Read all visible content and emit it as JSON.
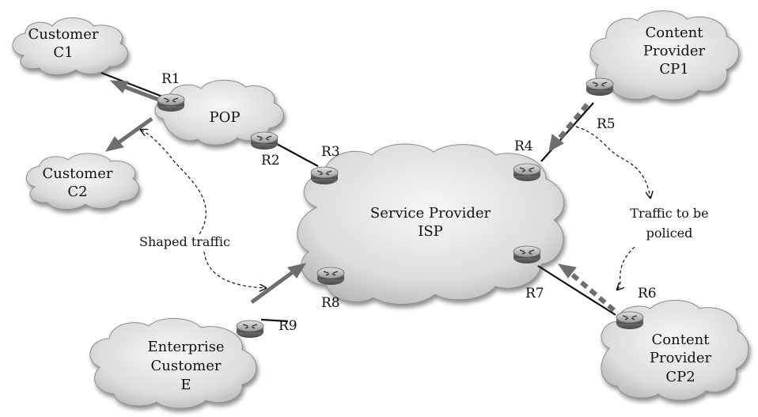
{
  "clouds": {
    "c1": [
      "Customer",
      "C1"
    ],
    "c2": [
      "Customer",
      "C2"
    ],
    "pop": [
      "POP"
    ],
    "isp": [
      "Service Provider",
      "ISP"
    ],
    "cp1": [
      "Content",
      "Provider",
      "CP1"
    ],
    "cp2": [
      "Content",
      "Provider",
      "CP2"
    ],
    "ent": [
      "Enterprise",
      "Customer",
      "E"
    ]
  },
  "routers": {
    "r1": "R1",
    "r2": "R2",
    "r3": "R3",
    "r4": "R4",
    "r5": "R5",
    "r6": "R6",
    "r7": "R7",
    "r8": "R8",
    "r9": "R9"
  },
  "annotations": {
    "shaped": "Shaped traffic",
    "policed": [
      "Traffic to be",
      "policed"
    ]
  }
}
